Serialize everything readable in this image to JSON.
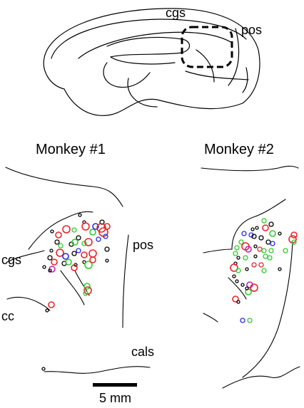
{
  "brain": {
    "labels": {
      "cgs": "cgs",
      "pos": "pos"
    }
  },
  "panels": {
    "monkey1": {
      "title": "Monkey #1",
      "labels": {
        "cgs": "cgs",
        "pos": "pos",
        "cc": "cc",
        "cals": "cals"
      }
    },
    "monkey2": {
      "title": "Monkey #2"
    }
  },
  "scalebar": {
    "label": "5 mm"
  },
  "colors": {
    "black": "#000000",
    "red": "#e8262a",
    "green": "#2ecc2e",
    "blue": "#2a2ae6",
    "magenta": "#c020c0"
  }
}
